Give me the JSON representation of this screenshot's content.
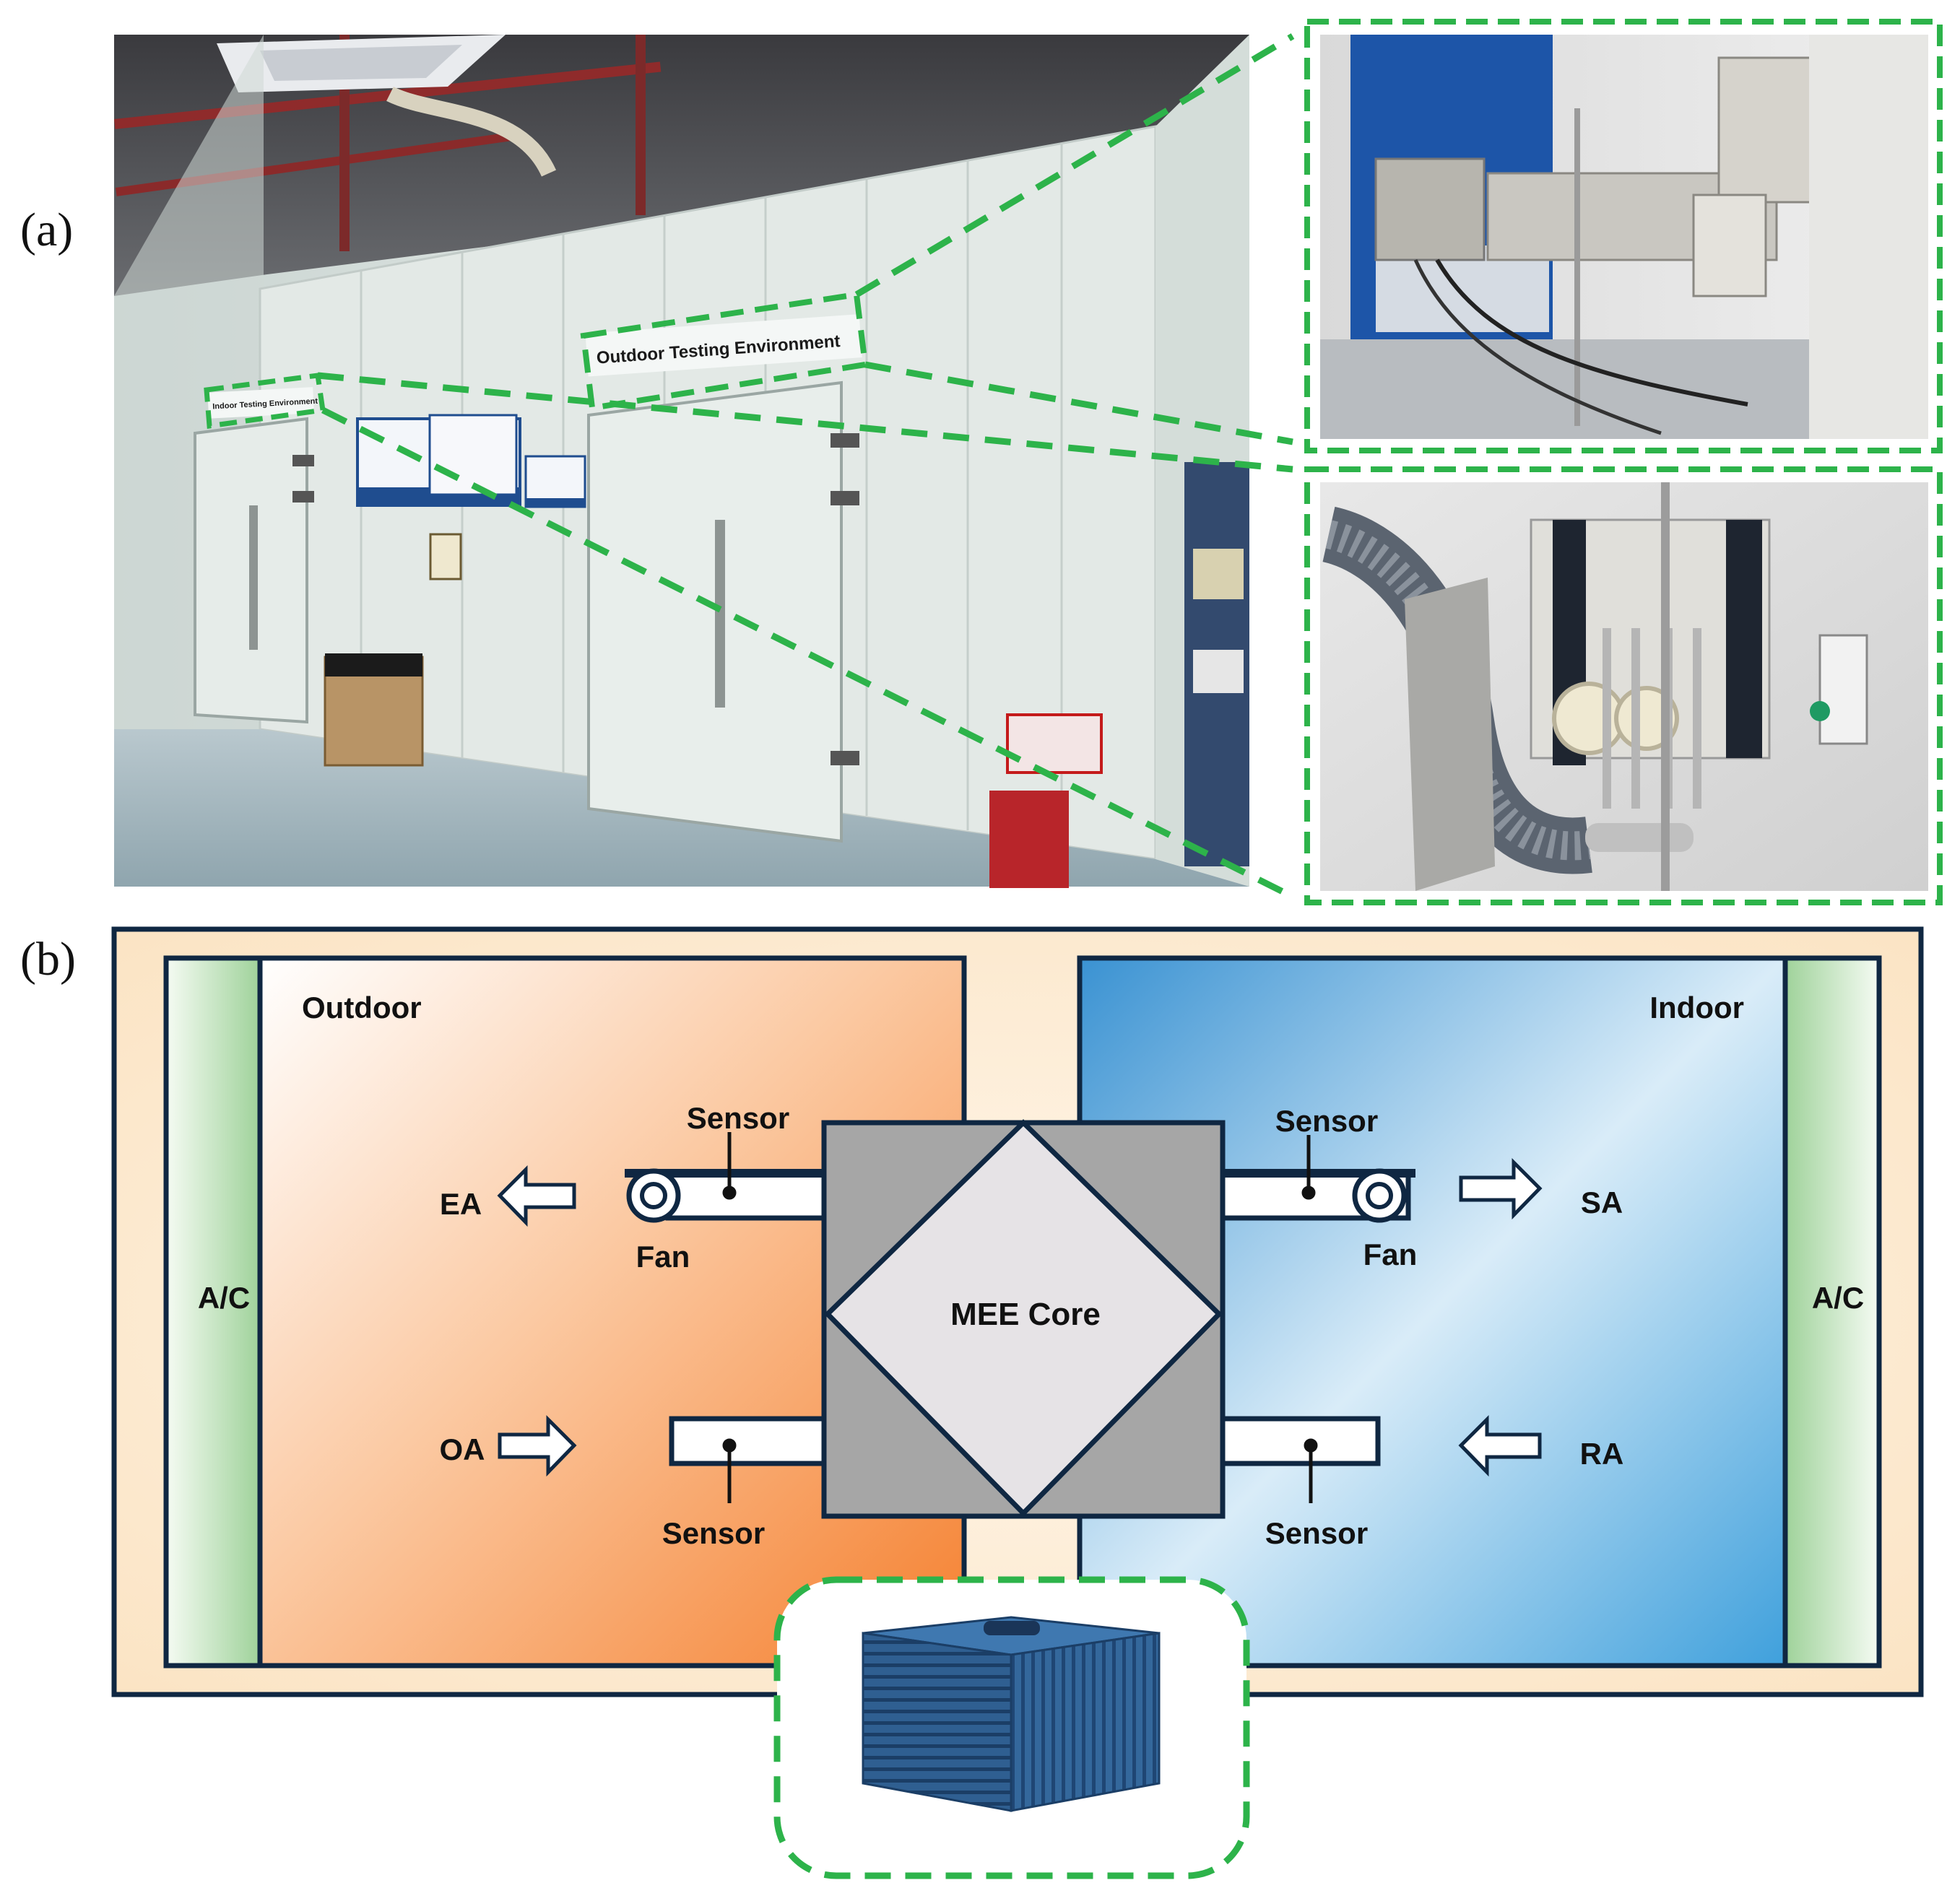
{
  "panel_a": {
    "label": "(a)",
    "photo_signs": {
      "indoor": "Indoor Testing Environment",
      "outdoor": "Outdoor Testing Environment"
    }
  },
  "panel_b": {
    "label": "(b)",
    "rooms": {
      "outdoor": "Outdoor",
      "indoor": "Indoor"
    },
    "ac_left": "A/C",
    "ac_right": "A/C",
    "core_label": "MEE Core",
    "streams": {
      "ea": "EA",
      "oa": "OA",
      "sa": "SA",
      "ra": "RA"
    },
    "sensors": {
      "outdoor_top": "Sensor",
      "outdoor_bottom": "Sensor",
      "indoor_top": "Sensor",
      "indoor_bottom": "Sensor"
    },
    "fans": {
      "outdoor": "Fan",
      "indoor": "Fan"
    }
  },
  "colors": {
    "callout_green": "#2db34a",
    "frame_navy": "#0f2742",
    "outdoor_orange": "#f58a3c",
    "indoor_blue": "#46a3dc",
    "ac_green": "#a9d8a6",
    "backdrop_cream": "#fbe8cd",
    "core_gray": "#a6a6a6",
    "core_diamond": "#e6e3e6"
  }
}
